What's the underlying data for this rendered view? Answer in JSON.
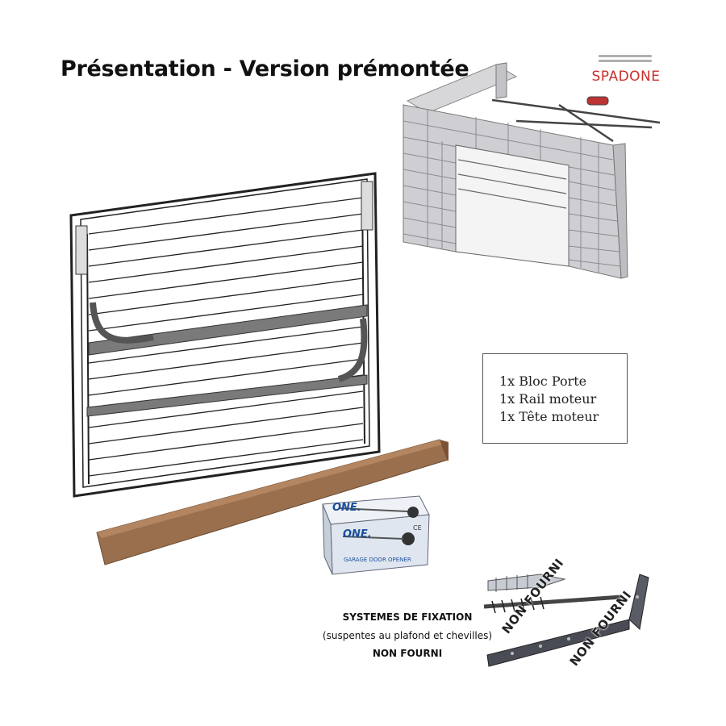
{
  "title": "Présentation - Version prémontée",
  "brand": {
    "logo_text": "SPADONE",
    "accent_color": "#c9302c",
    "box_brand": "ONE.",
    "box_label": "GARAGE DOOR OPENER",
    "box_mark": "CE"
  },
  "contents": {
    "items": [
      "1x Bloc Porte",
      "1x Rail moteur",
      "1x Tête moteur"
    ]
  },
  "fixation": {
    "heading": "SYSTEMES DE FIXATION",
    "detail": "(suspentes au plafond et chevilles)",
    "note": "NON FOURNI"
  },
  "stamps": {
    "dowel": "NON FOURNI",
    "bracket": "NON FOURNI"
  }
}
